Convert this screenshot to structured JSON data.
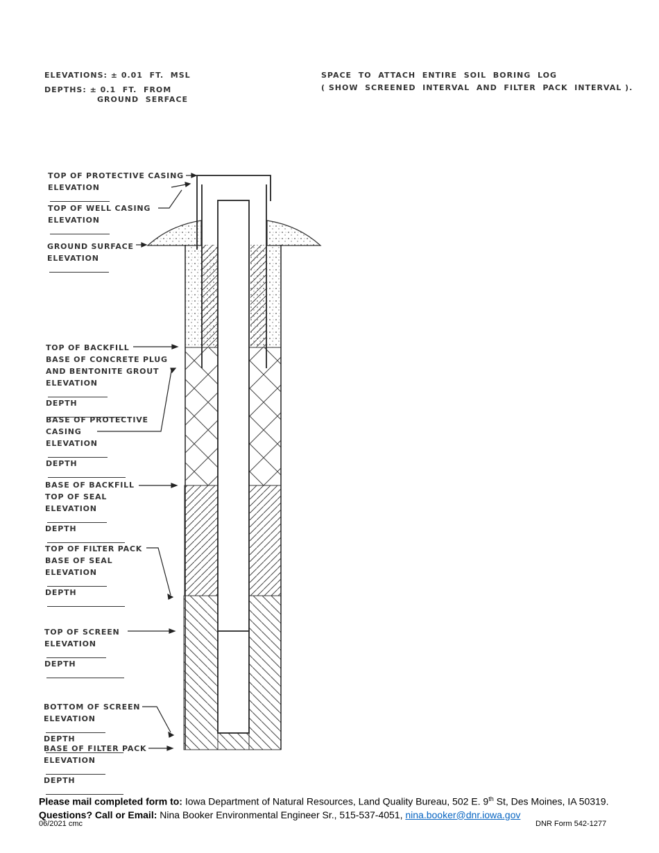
{
  "header": {
    "elevations": "ELEVATIONS: ± 0.01  FT.  MSL",
    "depths_line1": "DEPTHS: ± 0.1  FT.  FROM",
    "depths_line2": "GROUND  SERFACE",
    "attach_line1": "SPACE  TO  ATTACH  ENTIRE  SOIL  BORING  LOG",
    "attach_line2": "( SHOW  SCREENED  INTERVAL  AND  FILTER  PACK  INTERVAL )."
  },
  "labels": {
    "top_protective_casing": "TOP  OF  PROTECTIVE  CASING",
    "elevation": "ELEVATION",
    "depth": "DEPTH",
    "top_well_casing": "TOP  OF  WELL  CASING",
    "ground_surface": "GROUND  SURFACE",
    "top_backfill": "TOP  OF  BACKFILL",
    "base_concrete_plug": "BASE  OF  CONCRETE  PLUG",
    "bentonite_grout": "AND  BENTONITE  GROUT",
    "base_protective_1": "BASE  OF  PROTECTIVE",
    "base_protective_2": "CASING",
    "base_backfill": "BASE  OF  BACKFILL",
    "top_seal": "TOP  OF  SEAL",
    "top_filter_pack": "TOP  OF  FILTER  PACK",
    "base_seal": "BASE  OF  SEAL",
    "top_screen": "TOP  OF  SCREEN",
    "bottom_screen": "BOTTOM  OF  SCREEN",
    "base_filter_pack": "BASE  OF  FILTER  PACK"
  },
  "footer": {
    "mail_label": "Please mail completed form to:",
    "mail_text_a": "  Iowa Department of Natural Resources, Land Quality Bureau, 502 E. 9",
    "mail_sup": "th",
    "mail_text_b": " St, Des Moines, IA 50319.",
    "questions_label": "Questions? Call or Email:",
    "questions_text": " Nina Booker Environmental Engineer Sr., 515-537-4051, ",
    "email": "nina.booker@dnr.iowa.gov",
    "date_code": "06/2021 cmc",
    "form_number": "DNR Form 542-1277"
  }
}
